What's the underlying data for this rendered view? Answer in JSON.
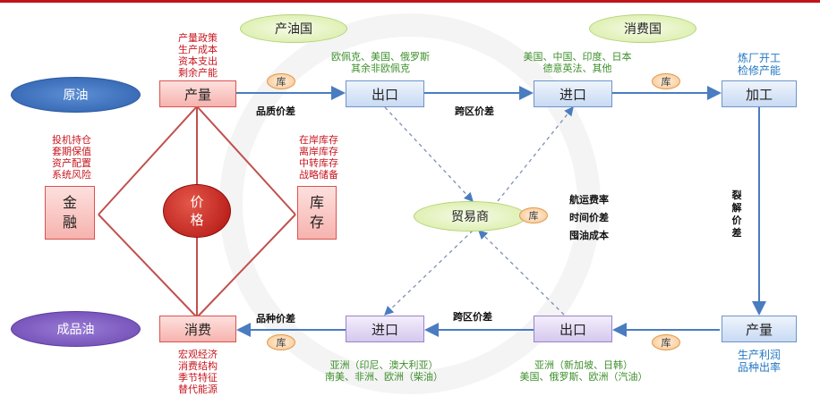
{
  "nodes": {
    "crude": "原油",
    "product_oil": "成品油",
    "oil_producers": "产油国",
    "consumers": "消费国",
    "production_left": "产量",
    "consumption_left": "消费",
    "export_top": "出口",
    "import_top": "进口",
    "processing": "加工",
    "production_right": "产量",
    "import_bottom": "进口",
    "export_bottom": "出口",
    "finance": "金融",
    "inventory": "库存",
    "price": "价格",
    "trader": "贸易商",
    "ku": "库"
  },
  "notes": {
    "production_factors": [
      "产量政策",
      "生产成本",
      "资本支出",
      "剩余产能"
    ],
    "finance_factors": [
      "投机持仓",
      "套期保值",
      "资产配置",
      "系统风险"
    ],
    "inventory_factors": [
      "在岸库存",
      "离岸库存",
      "中转库存",
      "战略储备"
    ],
    "consumption_factors": [
      "宏观经济",
      "消费结构",
      "季节特征",
      "替代能源"
    ],
    "producer_countries": [
      "欧佩克、美国、俄罗斯",
      "其余非欧佩克"
    ],
    "consumer_countries": [
      "美国、中国、印度、日本",
      "德意英法、其他"
    ],
    "refinery": [
      "炼厂开工",
      "检修产能"
    ],
    "product_profit": [
      "生产利润",
      "品种出率"
    ],
    "import_regions": [
      "亚洲（印尼、澳大利亚）",
      "南美、非洲、欧洲（柴油）"
    ],
    "export_regions": [
      "亚洲（新加坡、日韩）",
      "美国、俄罗斯、欧洲（汽油）"
    ],
    "trader_costs": [
      "航运费率",
      "时间价差",
      "囤油成本"
    ],
    "quality_spread": "品质价差",
    "regional_spread_top": "跨区价差",
    "regional_spread_bottom": "跨区价差",
    "grade_spread": "品种价差",
    "crack_spread": [
      "裂",
      "解",
      "价",
      "差"
    ]
  },
  "colors": {
    "accent_red": "#c0141b",
    "arrow_blue": "#4a7cc0",
    "diamond_red": "#c0504d"
  }
}
